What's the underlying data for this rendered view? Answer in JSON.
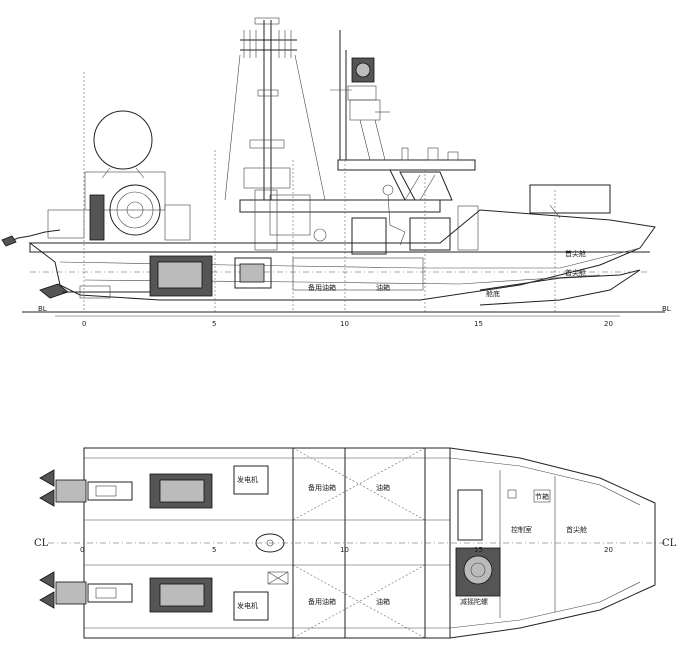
{
  "elevation": {
    "labels": {
      "spare_oil_tank": "备用油箱",
      "oil_tank": "油箱",
      "bow_void": "首尖舱",
      "bow_void_sub": "首尖舱",
      "hull_note": "舱底"
    },
    "baseline_left": "BL",
    "baseline_right": "BL",
    "ticks": [
      "0",
      "5",
      "10",
      "15",
      "20"
    ]
  },
  "plan": {
    "labels": {
      "generator_top": "发电机",
      "generator_bottom": "发电机",
      "spare_oil_top": "备用油箱",
      "spare_oil_bottom": "备用油箱",
      "oil_top": "油箱",
      "oil_bottom": "油箱",
      "control_room": "控制室",
      "bow_void": "首尖舱",
      "small_box": "节箱",
      "reducer": "减摇陀螺"
    },
    "centerline_left": "CL",
    "centerline_right": "CL",
    "ticks": [
      "0",
      "5",
      "10",
      "15",
      "20"
    ]
  }
}
